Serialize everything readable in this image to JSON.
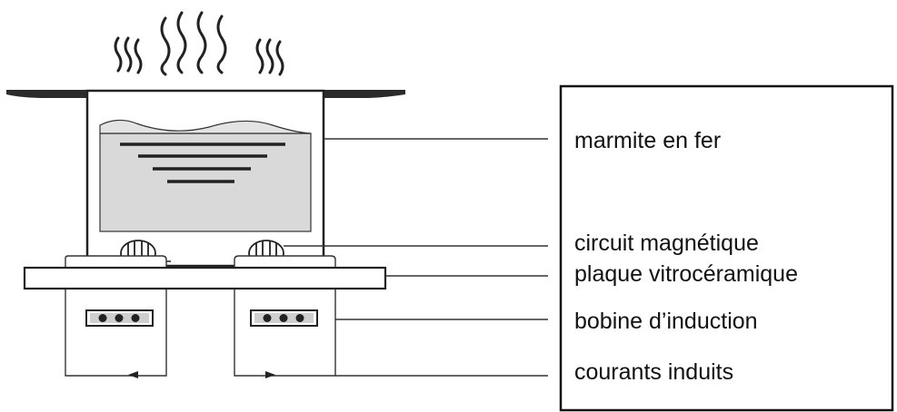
{
  "labels": {
    "pot": "marmite en fer",
    "magnetic_circuit": "circuit magnétique",
    "glass_plate": "plaque vitrocéramique",
    "coil": "bobine d’induction",
    "currents": "courants induits"
  },
  "colors": {
    "ink": "#222222",
    "water": "#d9d9d9",
    "background": "#ffffff"
  },
  "icons": [
    "steam-icon",
    "coil-winding-icon",
    "arrow-icon"
  ]
}
